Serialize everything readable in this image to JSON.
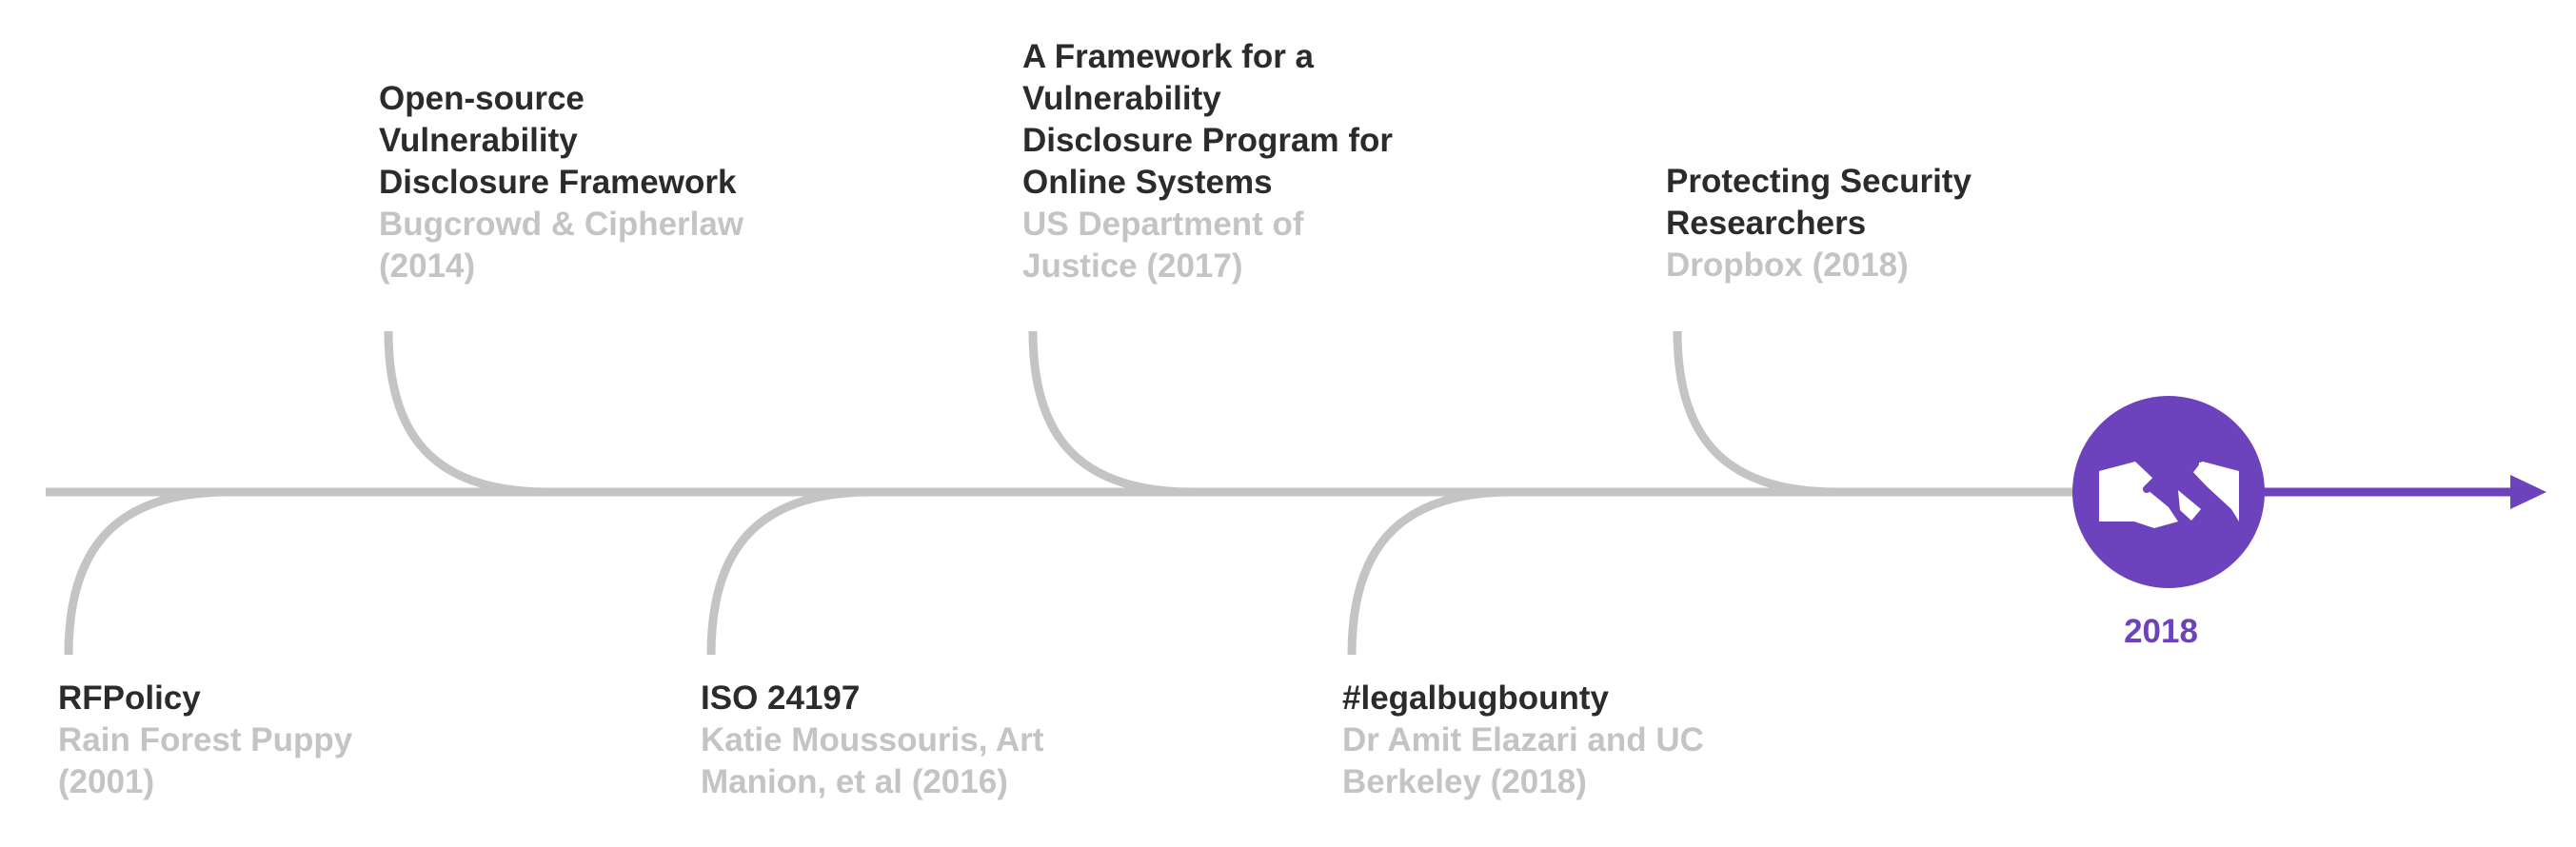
{
  "colors": {
    "line": "#c4c4c4",
    "accent": "#6c43bd",
    "title": "#2b2b2b",
    "source": "#c4c4c4",
    "icon": "#ffffff"
  },
  "events": [
    {
      "title": "RFPolicy",
      "source": "Rain Forest Puppy\n(2001)",
      "side": "below"
    },
    {
      "title": "Open-source\nVulnerability\nDisclosure Framework",
      "source": "Bugcrowd & Cipherlaw\n(2014)",
      "side": "above"
    },
    {
      "title": "ISO 24197",
      "source": "Katie Moussouris, Art\nManion, et al (2016)",
      "side": "below"
    },
    {
      "title": "A Framework for a\nVulnerability\nDisclosure Program for\nOnline Systems",
      "source": "US Department of\nJustice (2017)",
      "side": "above"
    },
    {
      "title": "#legalbugbounty",
      "source": "Dr Amit Elazari and UC\nBerkeley (2018)",
      "side": "below"
    },
    {
      "title": "Protecting Security\nResearchers",
      "source": "Dropbox (2018)",
      "side": "above"
    }
  ],
  "milestone": {
    "year": "2018",
    "icon": "handshake-icon"
  }
}
